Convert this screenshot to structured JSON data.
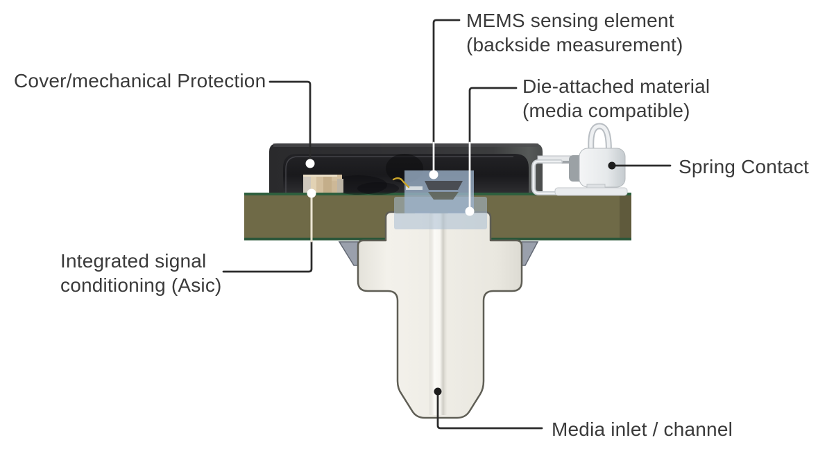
{
  "labels": {
    "cover": "Cover/mechanical Protection",
    "mems_line1": "MEMS sensing element",
    "mems_line2": "(backside measurement)",
    "die_line1": "Die-attached material",
    "die_line2": "(media compatible)",
    "asic_line1": "Integrated signal",
    "asic_line2": "conditioning (Asic)",
    "spring": "Spring Contact",
    "media": "Media inlet / channel"
  },
  "callouts": [
    {
      "target": "cover-mechanical-protection",
      "marker": "white-dot"
    },
    {
      "target": "mems-sensing-element",
      "marker": "white-dot"
    },
    {
      "target": "die-attached-material",
      "marker": "white-dot"
    },
    {
      "target": "integrated-signal-conditioning-asic",
      "marker": "white-dot"
    },
    {
      "target": "spring-contact",
      "marker": "black-dot"
    },
    {
      "target": "media-inlet-channel",
      "marker": "black-dot"
    }
  ],
  "colors": {
    "background": "#ffffff",
    "label_text": "#3a3a3a",
    "leader_line": "#2b2b2b",
    "leader_line_on_dark": "#f7f7f7",
    "cover_dark": "#333336",
    "cover_cavity": "#1a1a1d",
    "pcb_olive": "#6f6a47",
    "pcb_edge_green": "#2e5f3e",
    "asic_tan": "#d3bf9e",
    "mems_blue": "#9eb4cc",
    "bond_wire_gold": "#c9a42a",
    "media_inlet_cream": "#edebe4",
    "spring_contact_gray": "#eceef0",
    "flange_gray": "#9aa0ac"
  }
}
